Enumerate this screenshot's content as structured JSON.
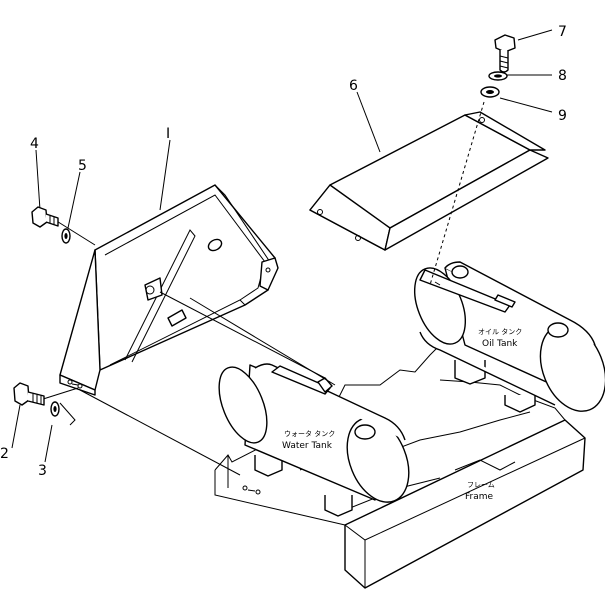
{
  "callouts": {
    "c1": "I",
    "c2": "2",
    "c3": "3",
    "c4": "4",
    "c5": "5",
    "c6": "6",
    "c7": "7",
    "c8": "8",
    "c9": "9"
  },
  "labels": {
    "oil_tank_jp": "オイル タンク",
    "oil_tank_en": "Oil Tank",
    "water_tank_jp": "ウォータ タンク",
    "water_tank_en": "Water Tank",
    "frame_jp": "フレーム",
    "frame_en": "Frame"
  }
}
